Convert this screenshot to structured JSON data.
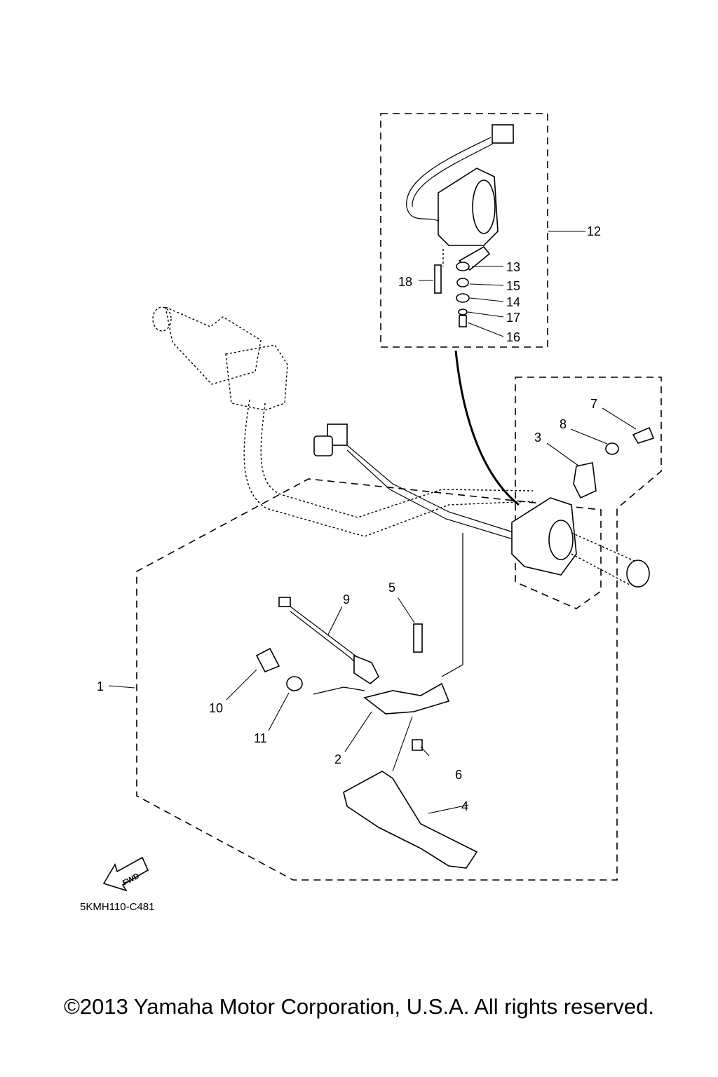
{
  "diagram": {
    "callouts": [
      {
        "id": "1",
        "text": "1"
      },
      {
        "id": "2",
        "text": "2"
      },
      {
        "id": "3",
        "text": "3"
      },
      {
        "id": "4",
        "text": "4"
      },
      {
        "id": "5",
        "text": "5"
      },
      {
        "id": "6",
        "text": "6"
      },
      {
        "id": "7",
        "text": "7"
      },
      {
        "id": "8",
        "text": "8"
      },
      {
        "id": "9",
        "text": "9"
      },
      {
        "id": "10",
        "text": "10"
      },
      {
        "id": "11",
        "text": "11"
      },
      {
        "id": "12",
        "text": "12"
      },
      {
        "id": "13",
        "text": "13"
      },
      {
        "id": "14",
        "text": "14"
      },
      {
        "id": "15",
        "text": "15"
      },
      {
        "id": "16",
        "text": "16"
      },
      {
        "id": "17",
        "text": "17"
      },
      {
        "id": "18",
        "text": "18"
      }
    ],
    "direction_badge": "FWD",
    "drawing_code": "5KMH110-C481"
  },
  "footer": {
    "copyright": "©2013 Yamaha Motor Corporation, U.S.A. All rights reserved."
  }
}
